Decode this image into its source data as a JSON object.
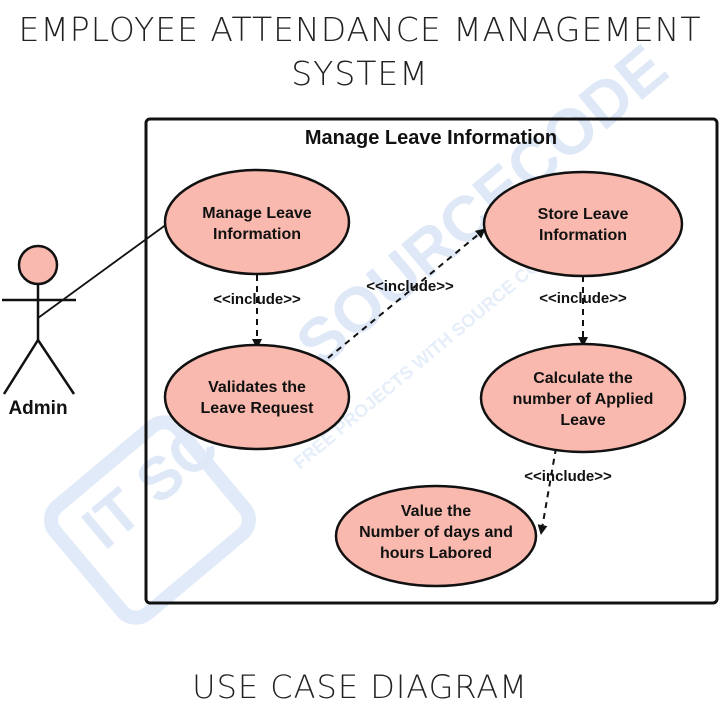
{
  "title_lines": [
    "EMPLOYEE ATTENDANCE MANAGEMENT",
    "SYSTEM"
  ],
  "footer": "USE CASE DIAGRAM",
  "system_boundary": "Manage Leave Information",
  "actor": "Admin",
  "use_cases": {
    "manage_leave": [
      "Manage Leave",
      "Information"
    ],
    "validates_leave": [
      "Validates the",
      "Leave Request"
    ],
    "store_leave": [
      "Store Leave",
      "Information"
    ],
    "calculate_leave": [
      "Calculate the",
      "number of Applied",
      "Leave"
    ],
    "value_days": [
      "Value the",
      "Number of days and",
      "hours Labored"
    ]
  },
  "relations": {
    "include_label": "<<include>>"
  },
  "watermark": {
    "brand": "SOURCECODE",
    "tagline": "FREE PROJECTS WITH SOURCE CODES",
    "logo": "IT SC"
  },
  "colors": {
    "usecase_fill": "#f9b9ae",
    "stroke": "#111111",
    "actor_head": "#f9b9ae"
  }
}
